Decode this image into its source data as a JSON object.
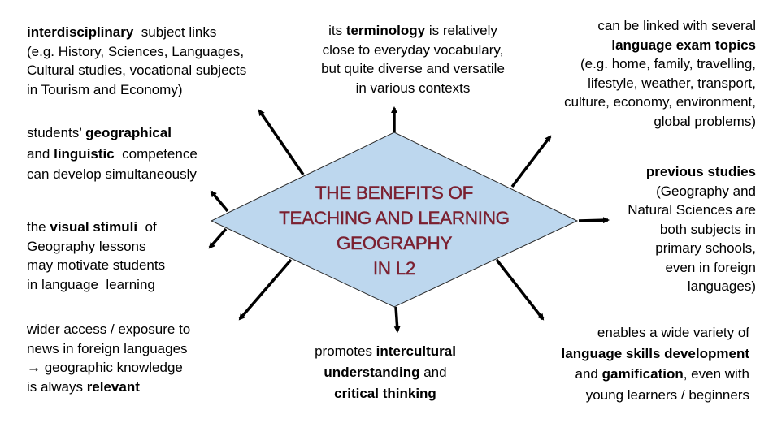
{
  "title_lines": [
    "THE BENEFITS OF",
    "TEACHING AND LEARNING",
    "GEOGRAPHY",
    "IN L2"
  ],
  "colors": {
    "diamond_fill": "#bdd7ee",
    "title": "#7b2030",
    "arrow": "#000000"
  },
  "benefits": [
    {
      "id": "interdisciplinary",
      "lines": [
        [
          {
            "t": "interdisciplinary",
            "b": true
          },
          {
            "t": "  subject links",
            "b": false
          }
        ],
        [
          {
            "t": "(e.g. History, Sciences, Languages,",
            "b": false
          }
        ],
        [
          {
            "t": "Cultural studies, vocational subjects",
            "b": false
          }
        ],
        [
          {
            "t": "in Tourism and Economy)",
            "b": false
          }
        ]
      ]
    },
    {
      "id": "terminology",
      "lines": [
        [
          {
            "t": "its ",
            "b": false
          },
          {
            "t": "terminology",
            "b": true
          },
          {
            "t": " is relatively",
            "b": false
          }
        ],
        [
          {
            "t": "close to everyday vocabulary,",
            "b": false
          }
        ],
        [
          {
            "t": "but quite diverse and versatile",
            "b": false
          }
        ],
        [
          {
            "t": "in various contexts",
            "b": false
          }
        ]
      ]
    },
    {
      "id": "exam-topics",
      "lines": [
        [
          {
            "t": "can be linked with several",
            "b": false
          }
        ],
        [
          {
            "t": "language exam topics",
            "b": true
          }
        ],
        [
          {
            "t": "(e.g. home, family, travelling,",
            "b": false
          }
        ],
        [
          {
            "t": "lifestyle, weather, transport,",
            "b": false
          }
        ],
        [
          {
            "t": "culture, economy, environment,",
            "b": false
          }
        ],
        [
          {
            "t": "global problems)",
            "b": false
          }
        ]
      ]
    },
    {
      "id": "competence",
      "lines": [
        [
          {
            "t": "students’ ",
            "b": false
          },
          {
            "t": "geographical",
            "b": true
          }
        ],
        [
          {
            "t": "and ",
            "b": false
          },
          {
            "t": "linguistic",
            "b": true
          },
          {
            "t": "  competence",
            "b": false
          }
        ],
        [
          {
            "t": "can develop simultaneously",
            "b": false
          }
        ]
      ]
    },
    {
      "id": "previous-studies",
      "lines": [
        [
          {
            "t": "previous studies",
            "b": true
          }
        ],
        [
          {
            "t": "(Geography and",
            "b": false
          }
        ],
        [
          {
            "t": "Natural Sciences are",
            "b": false
          }
        ],
        [
          {
            "t": "both subjects in",
            "b": false
          }
        ],
        [
          {
            "t": "primary schools,",
            "b": false
          }
        ],
        [
          {
            "t": "even in foreign",
            "b": false
          }
        ],
        [
          {
            "t": "languages)",
            "b": false
          }
        ]
      ]
    },
    {
      "id": "visual-stimuli",
      "lines": [
        [
          {
            "t": "the ",
            "b": false
          },
          {
            "t": "visual stimuli",
            "b": true
          },
          {
            "t": "  of",
            "b": false
          }
        ],
        [
          {
            "t": "Geography lessons",
            "b": false
          }
        ],
        [
          {
            "t": "may motivate students",
            "b": false
          }
        ],
        [
          {
            "t": "in language  learning",
            "b": false
          }
        ]
      ]
    },
    {
      "id": "news-access",
      "lines": [
        [
          {
            "t": "wider access / exposure to",
            "b": false
          }
        ],
        [
          {
            "t": "news in foreign languages",
            "b": false
          }
        ],
        [
          {
            "t": "→ geographic knowledge",
            "b": false
          }
        ],
        [
          {
            "t": "is always ",
            "b": false
          },
          {
            "t": "relevant",
            "b": true
          }
        ]
      ]
    },
    {
      "id": "intercultural",
      "lines": [
        [
          {
            "t": "promotes ",
            "b": false
          },
          {
            "t": "intercultural",
            "b": true
          }
        ],
        [
          {
            "t": "understanding",
            "b": true
          },
          {
            "t": " and",
            "b": false
          }
        ],
        [
          {
            "t": "critical thinking",
            "b": true
          }
        ]
      ]
    },
    {
      "id": "language-skills",
      "lines": [
        [
          {
            "t": "enables a wide variety of",
            "b": false
          }
        ],
        [
          {
            "t": "language skills development",
            "b": true
          }
        ],
        [
          {
            "t": "and ",
            "b": false
          },
          {
            "t": "gamification",
            "b": true
          },
          {
            "t": ", even with",
            "b": false
          }
        ],
        [
          {
            "t": "young learners / beginners",
            "b": false
          }
        ]
      ]
    }
  ]
}
